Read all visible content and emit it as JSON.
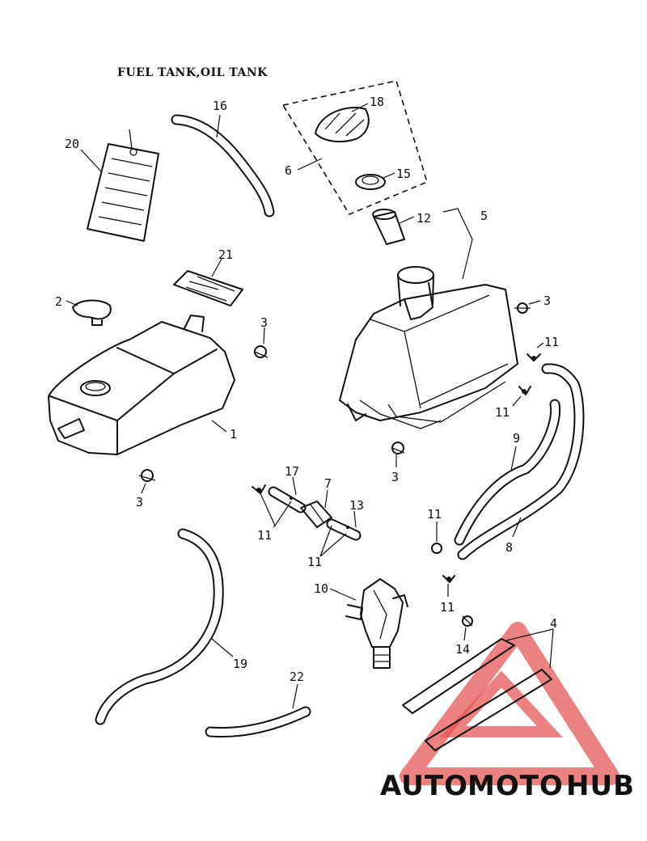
{
  "title": "FUEL TANK,OIL TANK",
  "callouts": {
    "c1": "1",
    "c2": "2",
    "c3a": "3",
    "c3b": "3",
    "c3c": "3",
    "c3d": "3",
    "c4": "4",
    "c5": "5",
    "c6": "6",
    "c7": "7",
    "c8": "8",
    "c9": "9",
    "c10": "10",
    "c11a": "11",
    "c11b": "11",
    "c11c": "11",
    "c11d": "11",
    "c11e": "11",
    "c11f": "11",
    "c12": "12",
    "c13": "13",
    "c14": "14",
    "c15": "15",
    "c16": "16",
    "c17": "17",
    "c18": "18",
    "c19": "19",
    "c20": "20",
    "c21": "21",
    "c22": "22"
  },
  "watermark": {
    "part1": "AUTO",
    "part2": "MOTO",
    "part3": "HUB",
    "color_auto": "#f5c542",
    "color_moto": "#f0a030",
    "color_hub": "#808080",
    "logo_color": "#e23a3a"
  }
}
